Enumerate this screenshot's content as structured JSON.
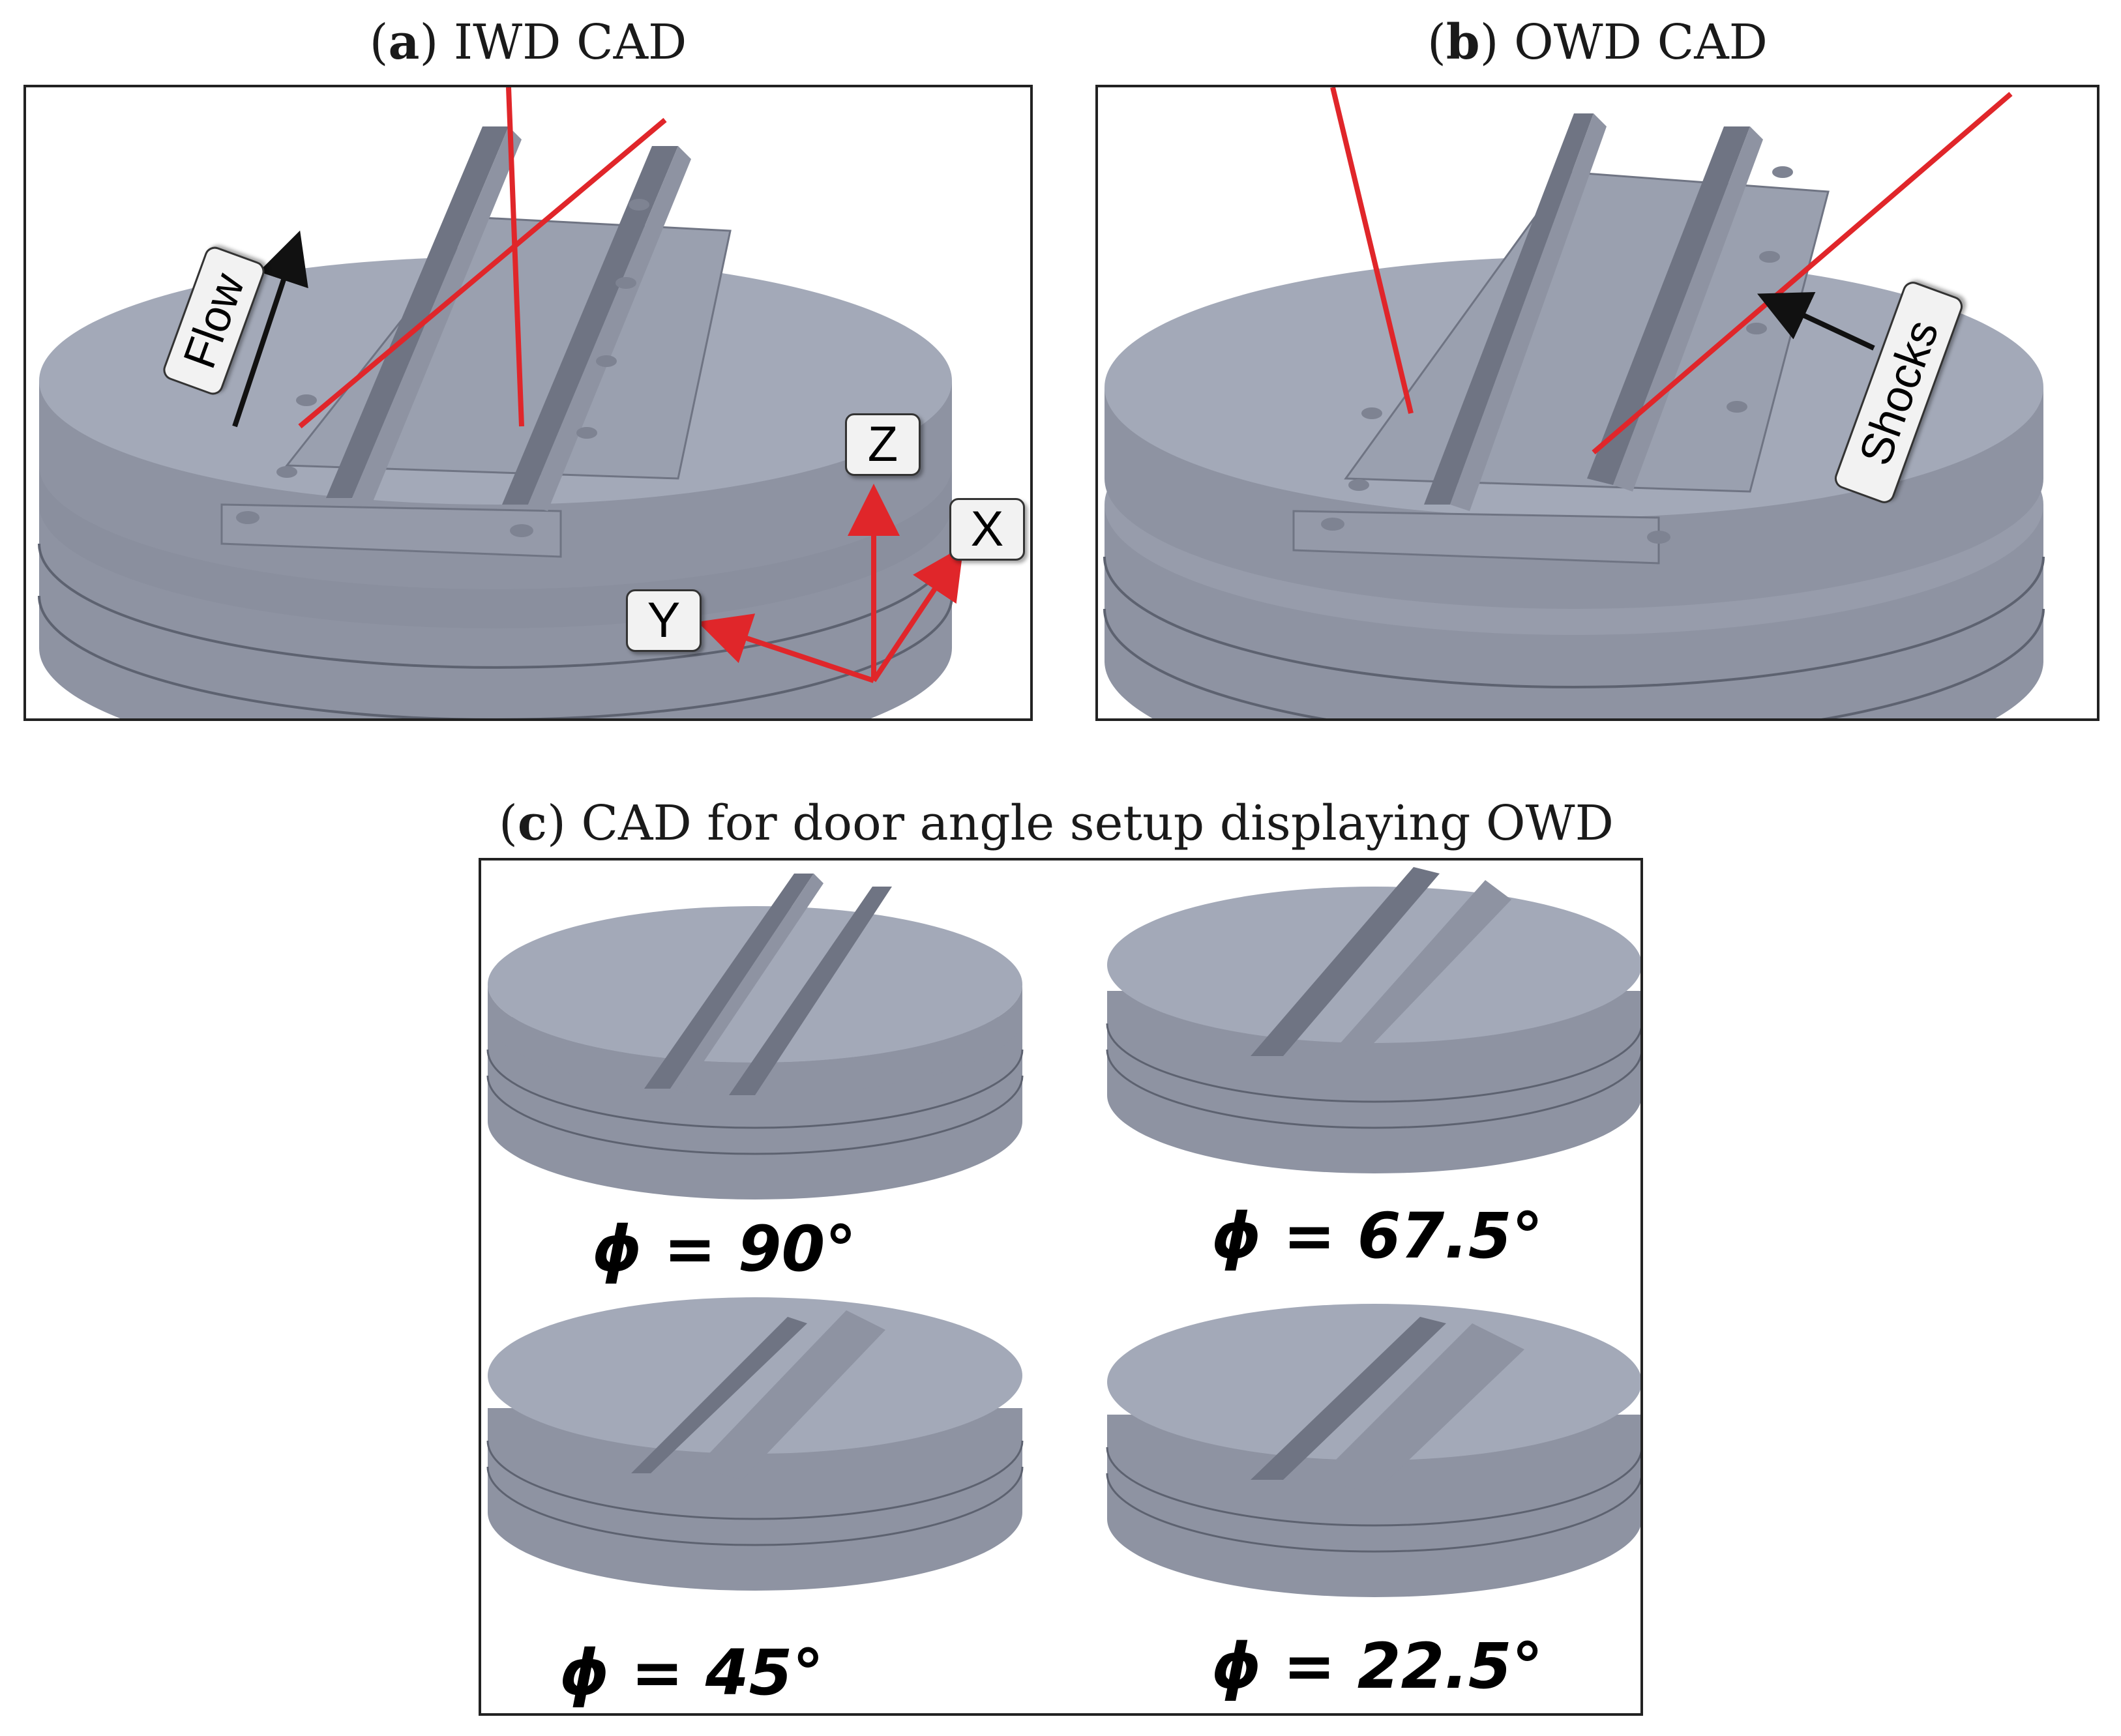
{
  "panels": {
    "a": {
      "letter": "a",
      "title": "IWD CAD"
    },
    "b": {
      "letter": "b",
      "title": "OWD CAD"
    },
    "c": {
      "letter": "c",
      "title": "CAD for door angle setup displaying OWD"
    }
  },
  "labels": {
    "flow": "Flow",
    "shocks": "Shocks",
    "axis_z": "Z",
    "axis_x": "X",
    "axis_y": "Y"
  },
  "angles": [
    "ϕ = 90°",
    "ϕ = 67.5°",
    "ϕ = 45°",
    "ϕ = 22.5°"
  ],
  "colors": {
    "metal_top": "#a3a9b8",
    "metal_side": "#8e93a2",
    "metal_dark": "#6f7483",
    "red_line": "#e0262a",
    "arrow": "#111111"
  }
}
